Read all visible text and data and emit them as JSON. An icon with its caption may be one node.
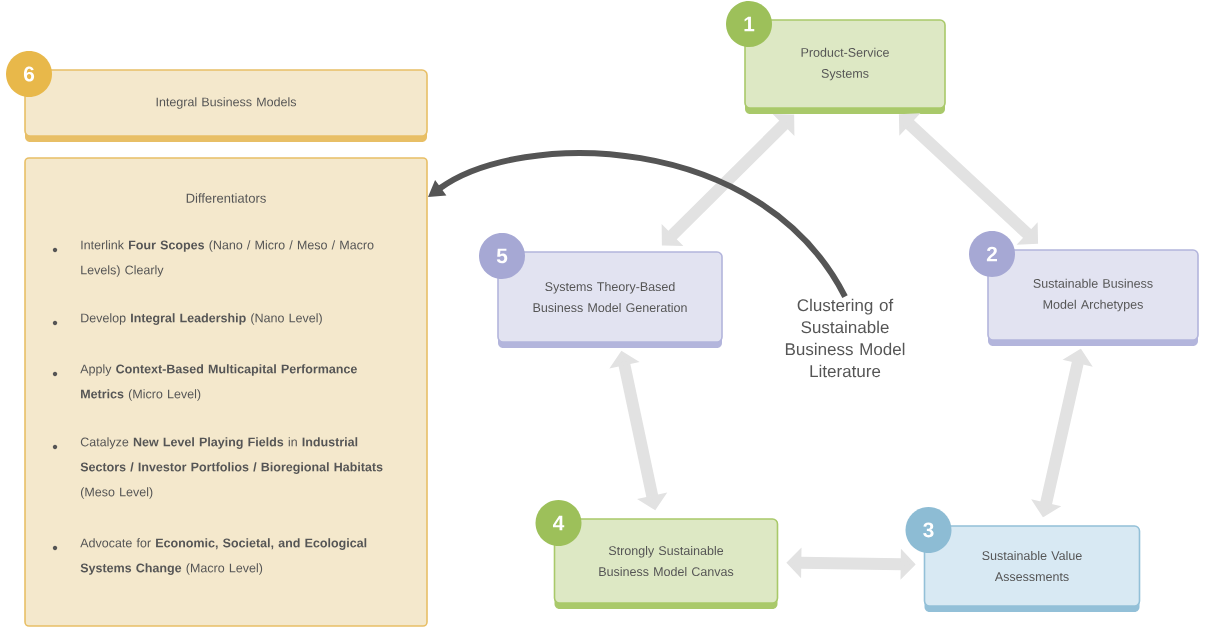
{
  "diagram": {
    "nodes": [
      {
        "text": [
          "1",
          "Product-Service Systems"
        ]
      },
      {
        "text": [
          "2",
          "Sustainable Business Model Archetypes"
        ]
      },
      {
        "text": [
          "3",
          "Sustainable Value Assessments"
        ]
      },
      {
        "text": [
          "4",
          "Strongly Sustainable Business Model Canvas"
        ]
      },
      {
        "text": [
          "5",
          "Systems Theory-Based Business Model Generation"
        ]
      },
      {
        "text": [
          "Clustering of Sustainable Business Model Literature"
        ]
      },
      {
        "text": [
          "6",
          "Integral Business Models"
        ]
      },
      {
        "text": [
          "Differentiators",
          "Interlink **Four Scopes** (Nano / Micro / Meso / Macro Levels) Clearly",
          "Develop **Integral Leadership** (Nano Level)",
          "Apply **Context-Based Multicapital Performance Metrics** (Micro Level)",
          "Catalyze **New Level Playing Fields** in **Industrial Sectors / Investor Portfolios / Bioregional Habitats** (Meso Level)",
          "Advocate for **Economic, Societal, and Ecological Systems Change** (Macro Level)"
        ]
      }
    ],
    "edges": [
      {
        "from": 0,
        "to": 1,
        "arrow": "both"
      },
      {
        "from": 1,
        "to": 2,
        "arrow": "both"
      },
      {
        "from": 2,
        "to": 3,
        "arrow": "both"
      },
      {
        "from": 3,
        "to": 4,
        "arrow": "both"
      },
      {
        "from": 4,
        "to": 0,
        "arrow": "both"
      },
      {
        "from": 5,
        "to": 7,
        "arrow": "to",
        "color": "#555555"
      }
    ]
  }
}
